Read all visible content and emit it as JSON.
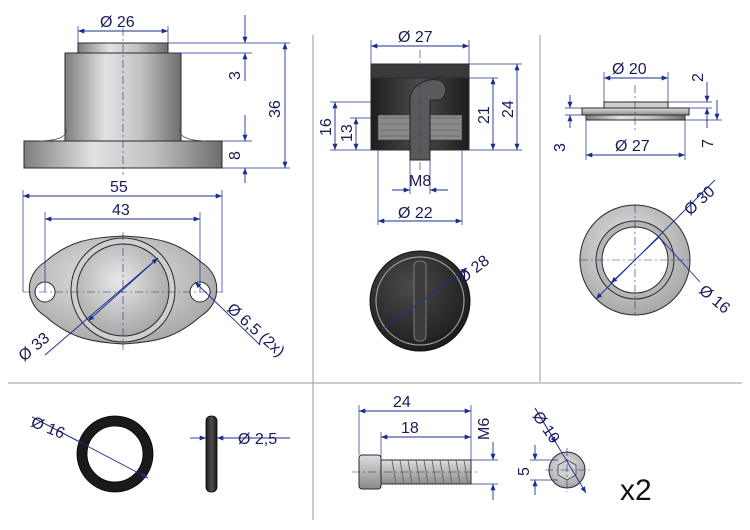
{
  "colors": {
    "dimension": "#1b2f8f",
    "metal": "#b9b9b9",
    "rubber": "#2c2c2c",
    "label": "#1a1a5a"
  },
  "flange_base": {
    "dia_top": "Ø 26",
    "h_lip": "3",
    "h_total": "36",
    "h_flange": "8",
    "width_total": "55",
    "hole_spacing": "43",
    "dia_body": "Ø 33",
    "dia_holes": "Ø 6,5 (2x)"
  },
  "plug": {
    "dia_top": "Ø 27",
    "h_inner": "13",
    "h_outer": "16",
    "h_body": "21",
    "h_total": "24",
    "thread": "M8",
    "dia_base": "Ø 22",
    "dia_face": "Ø 28"
  },
  "ring": {
    "dia_inner": "Ø 20",
    "h_step": "2",
    "h_left": "3",
    "dia_outer_side": "Ø 27",
    "h_right": "7",
    "dia_outer": "Ø 30",
    "dia_hole": "Ø 16"
  },
  "oring": {
    "dia": "Ø 16",
    "section": "Ø 2,5"
  },
  "screw": {
    "length": "24",
    "thread_length": "18",
    "thread": "M6",
    "head_dia": "Ø 10",
    "hex": "5",
    "quantity": "x2"
  }
}
